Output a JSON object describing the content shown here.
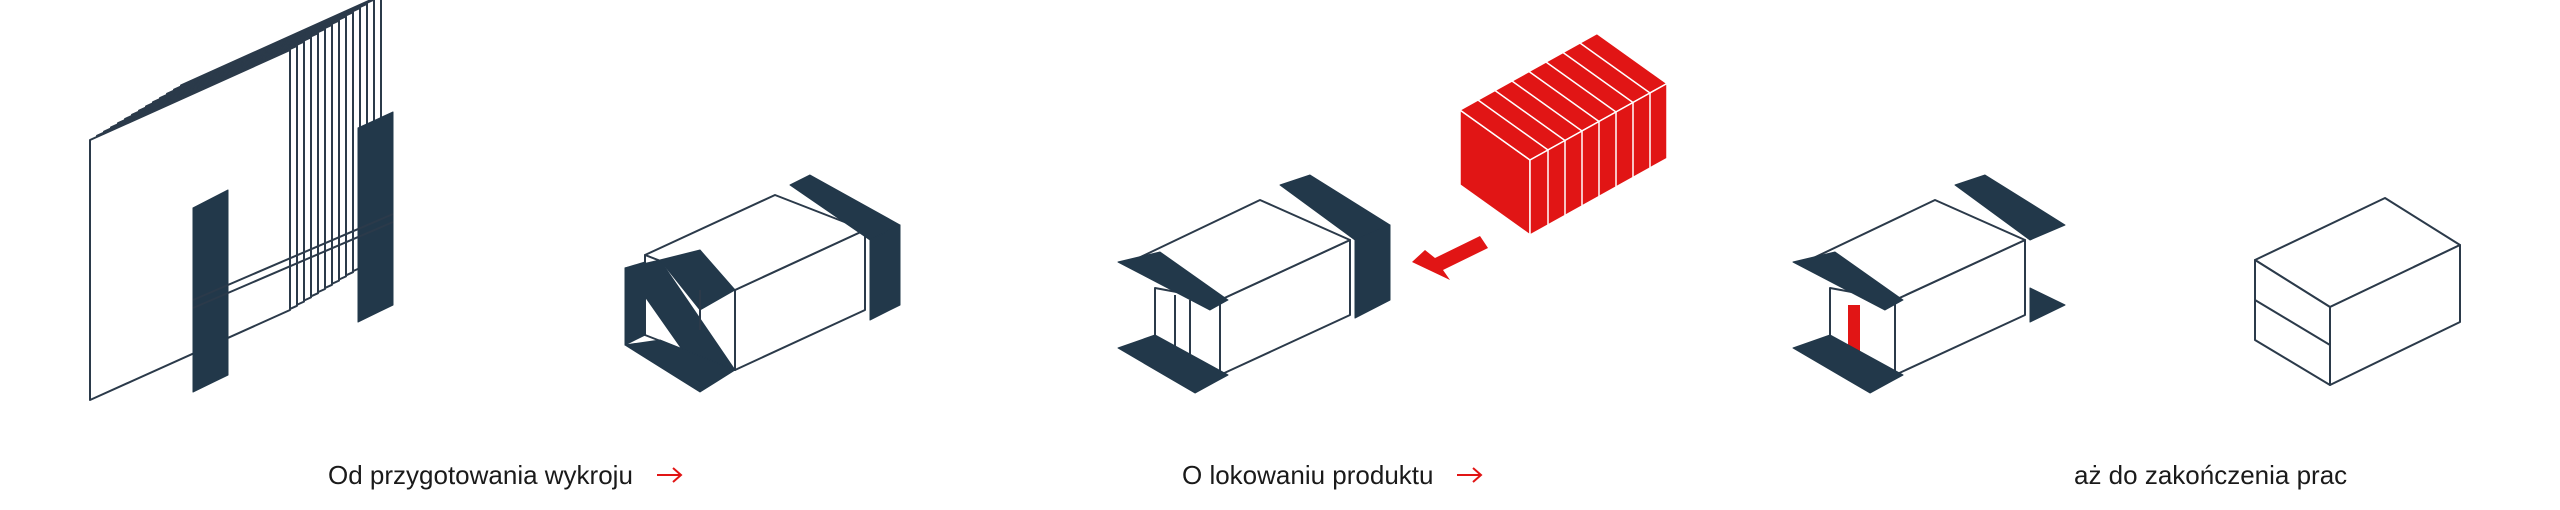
{
  "steps": [
    {
      "label": "Od przygotowania wykroju",
      "has_arrow": true
    },
    {
      "label": "O lokowaniu produktu",
      "has_arrow": true
    },
    {
      "label": "aż do zakończenia prac",
      "has_arrow": false
    }
  ],
  "colors": {
    "accent": "#e11515",
    "dark": "#22384a",
    "line": "#2b3a4a",
    "text": "#1a1a1a"
  },
  "icons": [
    "arrow-right-icon"
  ]
}
